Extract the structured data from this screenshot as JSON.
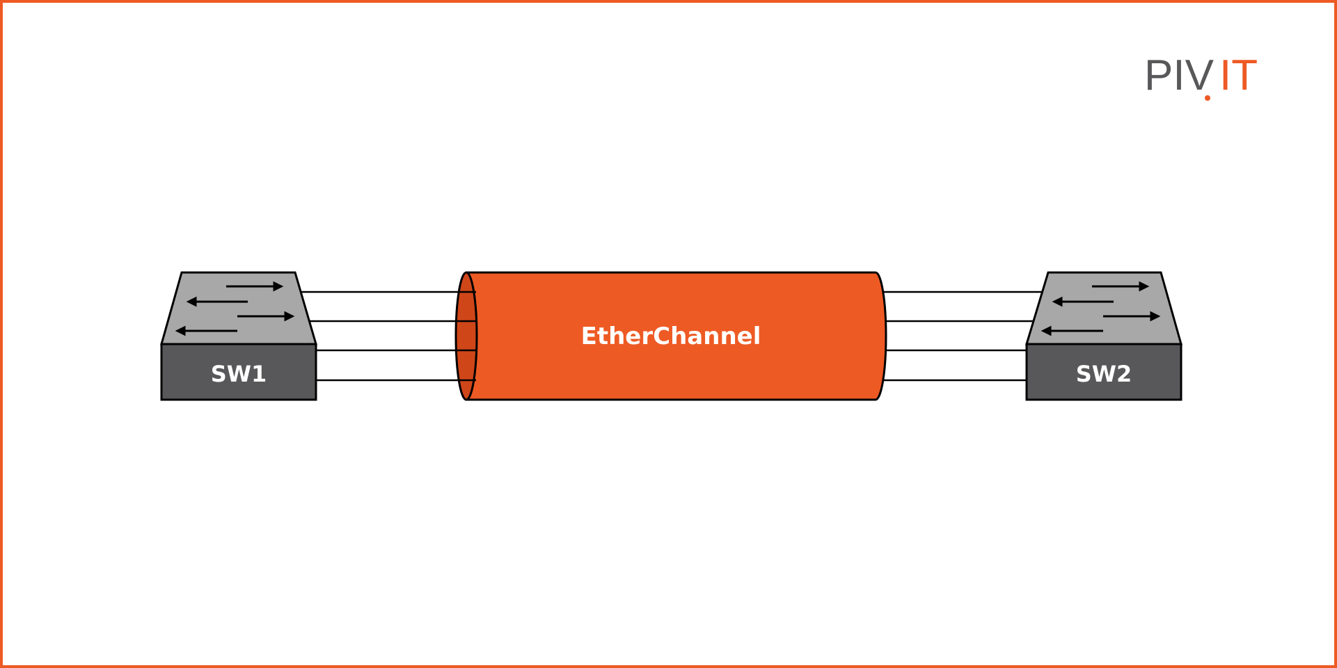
{
  "logo": {
    "text": "PIVIT",
    "part_gray": "PIV",
    "part_orange": "IT"
  },
  "diagram": {
    "bundle_label": "EtherChannel",
    "switch_left": "SW1",
    "switch_right": "SW2",
    "link_count": 4
  },
  "colors": {
    "accent": "#ee5a24",
    "switch_top": "#a8a8a8",
    "switch_front": "#58585a",
    "logo_gray": "#58585a"
  }
}
